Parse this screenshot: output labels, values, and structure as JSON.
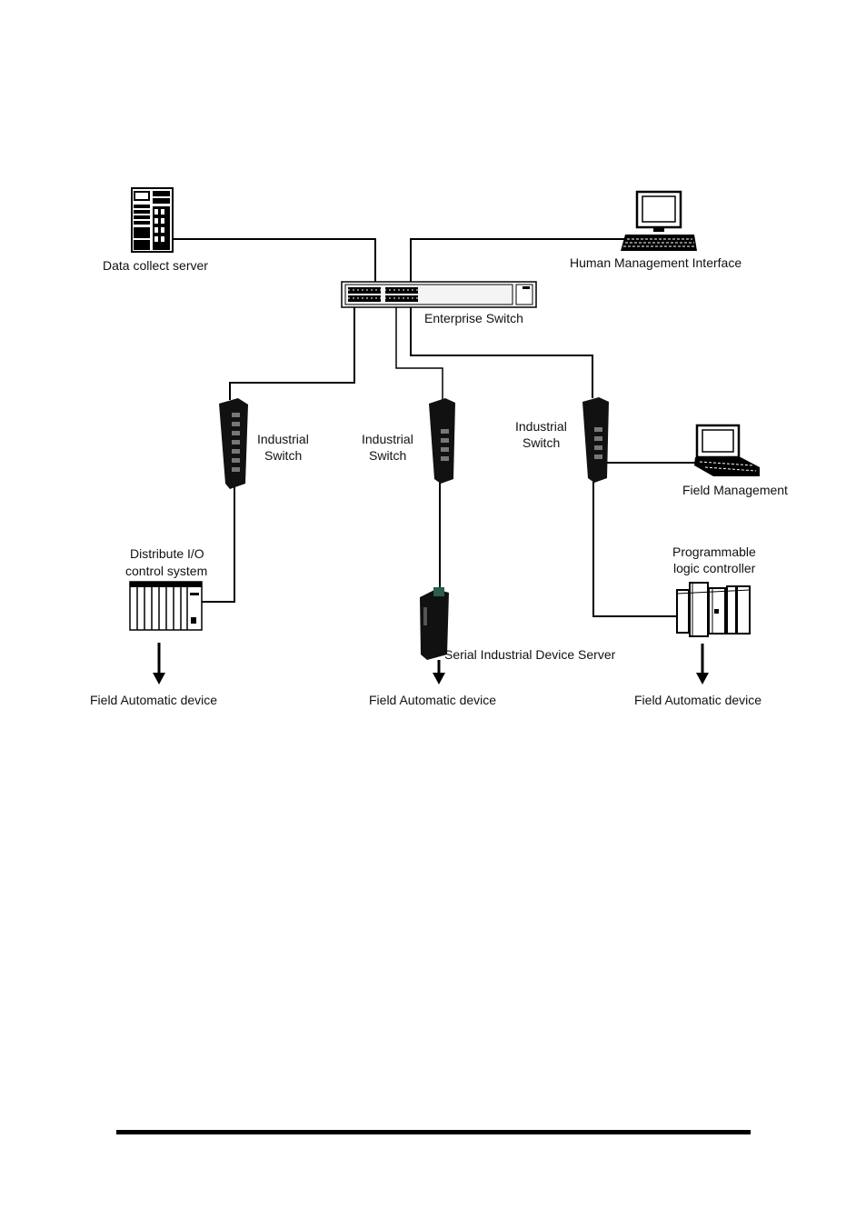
{
  "labels": {
    "data_collect_server": "Data collect server",
    "human_management_interface": "Human Management Interface",
    "enterprise_switch": "Enterprise Switch",
    "industrial_switch_line1": "Industrial",
    "industrial_switch_line2": "Switch",
    "field_management": "Field Management",
    "distribute_io_line1": "Distribute I/O",
    "distribute_io_line2": "control system",
    "plc_line1": "Programmable",
    "plc_line2": "logic controller",
    "serial_device_server": "Serial Industrial Device Server",
    "field_automatic_device": "Field Automatic device"
  }
}
